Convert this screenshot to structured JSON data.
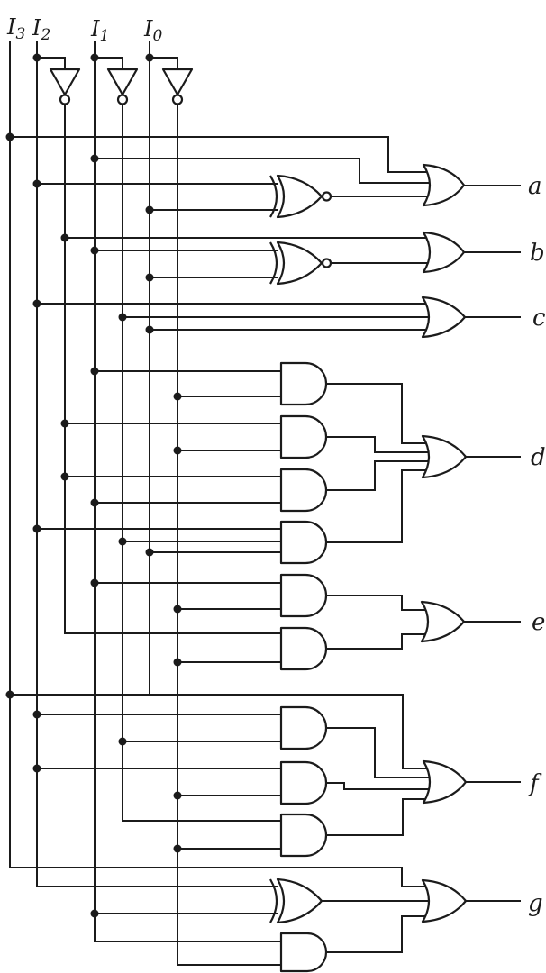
{
  "diagram": {
    "type": "logic-circuit",
    "description": "Four-input combinational logic network with inverters, XNOR/XOR, AND and OR gates driving seven outputs a-g",
    "inputs": [
      {
        "base": "I",
        "sub": "3"
      },
      {
        "base": "I",
        "sub": "2"
      },
      {
        "base": "I",
        "sub": "1"
      },
      {
        "base": "I",
        "sub": "0"
      }
    ],
    "outputs": [
      {
        "label": "a"
      },
      {
        "label": "b"
      },
      {
        "label": "c"
      },
      {
        "label": "d"
      },
      {
        "label": "e"
      },
      {
        "label": "f"
      },
      {
        "label": "g"
      }
    ],
    "colors": {
      "line": "#1b1b1b",
      "background": "#ffffff"
    },
    "logic": {
      "inverted_inputs": [
        "I2",
        "I1",
        "I0"
      ],
      "a": "I3 + I1 + XNOR(I2, I0)",
      "b": "NOT I2 + XNOR(I1, I0)",
      "c": "I2 + NOT I1 + I0",
      "d": "(I1·NOT I0) + (NOT I2·NOT I0) + (NOT I2·I1) + (I2·NOT I1·I0)",
      "e": "(I1·NOT I0) + (NOT I2·NOT I0)",
      "f": "I3 + (I2·NOT I1) + (I2·NOT I0) + (NOT I1·NOT I0)",
      "g": "I3 + XOR(I2, I1) + (I1·NOT I0)"
    }
  }
}
